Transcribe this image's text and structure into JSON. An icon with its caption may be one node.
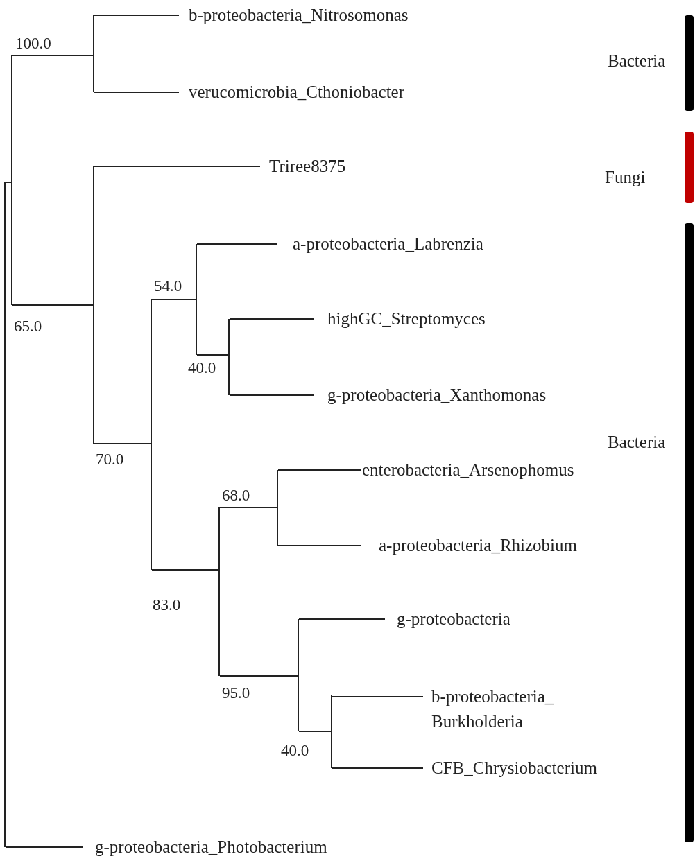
{
  "diagram": {
    "nodes": [
      {
        "text": [],
        "shape": "line"
      },
      {
        "text": [],
        "shape": "line"
      },
      {
        "text": [],
        "shape": "line"
      },
      {
        "text": [
          "b-proteobacteria_Nitrosomonas"
        ]
      },
      {
        "text": [
          "verucomicrobia_Cthoniobacter"
        ]
      },
      {
        "text": [],
        "shape": "line"
      },
      {
        "text": [
          "Triree8375"
        ]
      },
      {
        "text": [],
        "shape": "line"
      },
      {
        "text": [],
        "shape": "line"
      },
      {
        "text": [
          "a-proteobacteria_Labrenzia"
        ]
      },
      {
        "text": [],
        "shape": "line"
      },
      {
        "text": [
          "highGC_Streptomyces"
        ]
      },
      {
        "text": [
          "g-proteobacteria_Xanthomonas"
        ]
      },
      {
        "text": [],
        "shape": "line"
      },
      {
        "text": [],
        "shape": "line"
      },
      {
        "text": [
          "enterobacteria_Arsenophomus"
        ]
      },
      {
        "text": [
          "a-proteobacteria_Rhizobium"
        ]
      },
      {
        "text": [],
        "shape": "line"
      },
      {
        "text": [
          "g-proteobacteria"
        ]
      },
      {
        "text": [],
        "shape": "line"
      },
      {
        "text": [
          "b-proteobacteria_ Burkholderia"
        ]
      },
      {
        "text": [
          "CFB_Chrysiobacterium"
        ]
      },
      {
        "text": [
          "g-proteobacteria_Photobacterium"
        ]
      },
      {
        "text": [],
        "shape": "bar",
        "beside": [
          "Bacteria"
        ]
      },
      {
        "text": [],
        "shape": "bar",
        "beside": [
          "Fungi"
        ]
      },
      {
        "text": [],
        "shape": "bar",
        "beside": [
          "Bacteria"
        ]
      }
    ],
    "edges": [
      {
        "from": 0,
        "to": 1,
        "arrow": "none"
      },
      {
        "from": 0,
        "to": 22,
        "arrow": "none"
      },
      {
        "from": 1,
        "to": 2,
        "arrow": "none"
      },
      {
        "from": 1,
        "to": 5,
        "arrow": "none"
      },
      {
        "from": 2,
        "to": 3,
        "arrow": "none"
      },
      {
        "from": 2,
        "to": 4,
        "arrow": "none"
      },
      {
        "from": 5,
        "to": 6,
        "arrow": "none"
      },
      {
        "from": 5,
        "to": 7,
        "arrow": "none"
      },
      {
        "from": 7,
        "to": 8,
        "arrow": "none"
      },
      {
        "from": 7,
        "to": 13,
        "arrow": "none"
      },
      {
        "from": 8,
        "to": 9,
        "arrow": "none"
      },
      {
        "from": 8,
        "to": 10,
        "arrow": "none"
      },
      {
        "from": 10,
        "to": 11,
        "arrow": "none"
      },
      {
        "from": 10,
        "to": 12,
        "arrow": "none"
      },
      {
        "from": 13,
        "to": 14,
        "arrow": "none"
      },
      {
        "from": 13,
        "to": 17,
        "arrow": "none"
      },
      {
        "from": 14,
        "to": 15,
        "arrow": "none"
      },
      {
        "from": 14,
        "to": 16,
        "arrow": "none"
      },
      {
        "from": 17,
        "to": 18,
        "arrow": "none"
      },
      {
        "from": 17,
        "to": 19,
        "arrow": "none"
      },
      {
        "from": 19,
        "to": 20,
        "arrow": "none"
      },
      {
        "from": 19,
        "to": 21,
        "arrow": "none"
      }
    ],
    "labels": [
      "100.0",
      "54.0",
      "65.0",
      "40.0",
      "70.0",
      "68.0",
      "83.0",
      "95.0",
      "40.0"
    ]
  }
}
